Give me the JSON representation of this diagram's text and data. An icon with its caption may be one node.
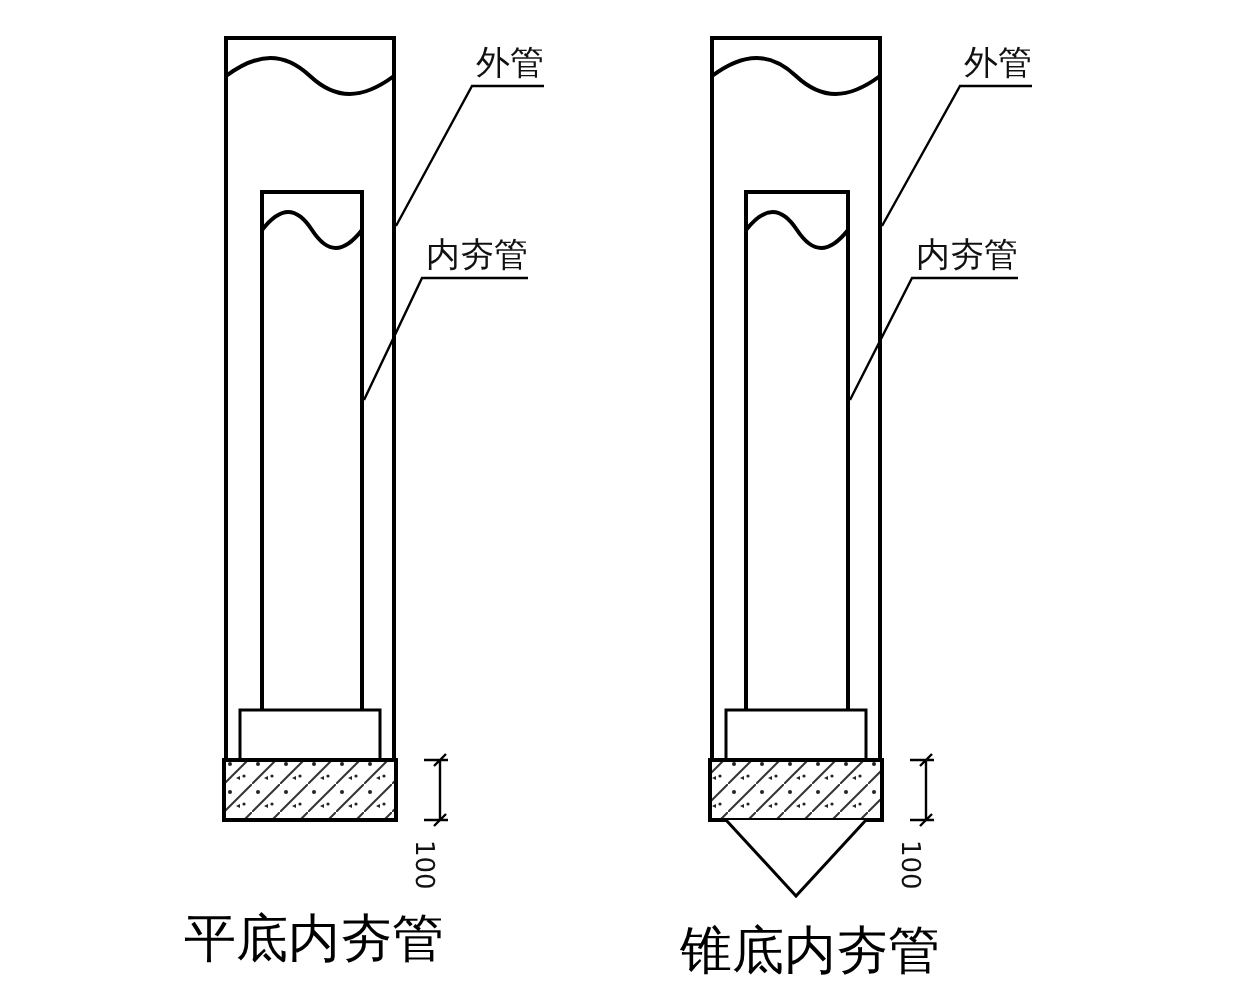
{
  "diagram": {
    "nodes": [
      {
        "text": [
          "外管"
        ]
      },
      {
        "text": [],
        "shape": "cylinder"
      },
      {
        "text": [
          "内夯管"
        ]
      },
      {
        "text": [],
        "shape": "cylinder",
        "in": 1
      },
      {
        "text": [
          "外管"
        ]
      },
      {
        "text": [],
        "shape": "cylinder"
      },
      {
        "text": [
          "内夯管"
        ]
      },
      {
        "text": [],
        "shape": "cylinder",
        "in": 5
      }
    ],
    "edges": [
      {
        "from": 0,
        "to": 1,
        "arrow": "none"
      },
      {
        "from": 2,
        "to": 3,
        "arrow": "none"
      },
      {
        "from": 4,
        "to": 5,
        "arrow": "none"
      },
      {
        "from": 6,
        "to": 7,
        "arrow": "none"
      }
    ],
    "labels": [
      "100",
      "100",
      "平底内夯管",
      "锥底内夯管"
    ]
  }
}
